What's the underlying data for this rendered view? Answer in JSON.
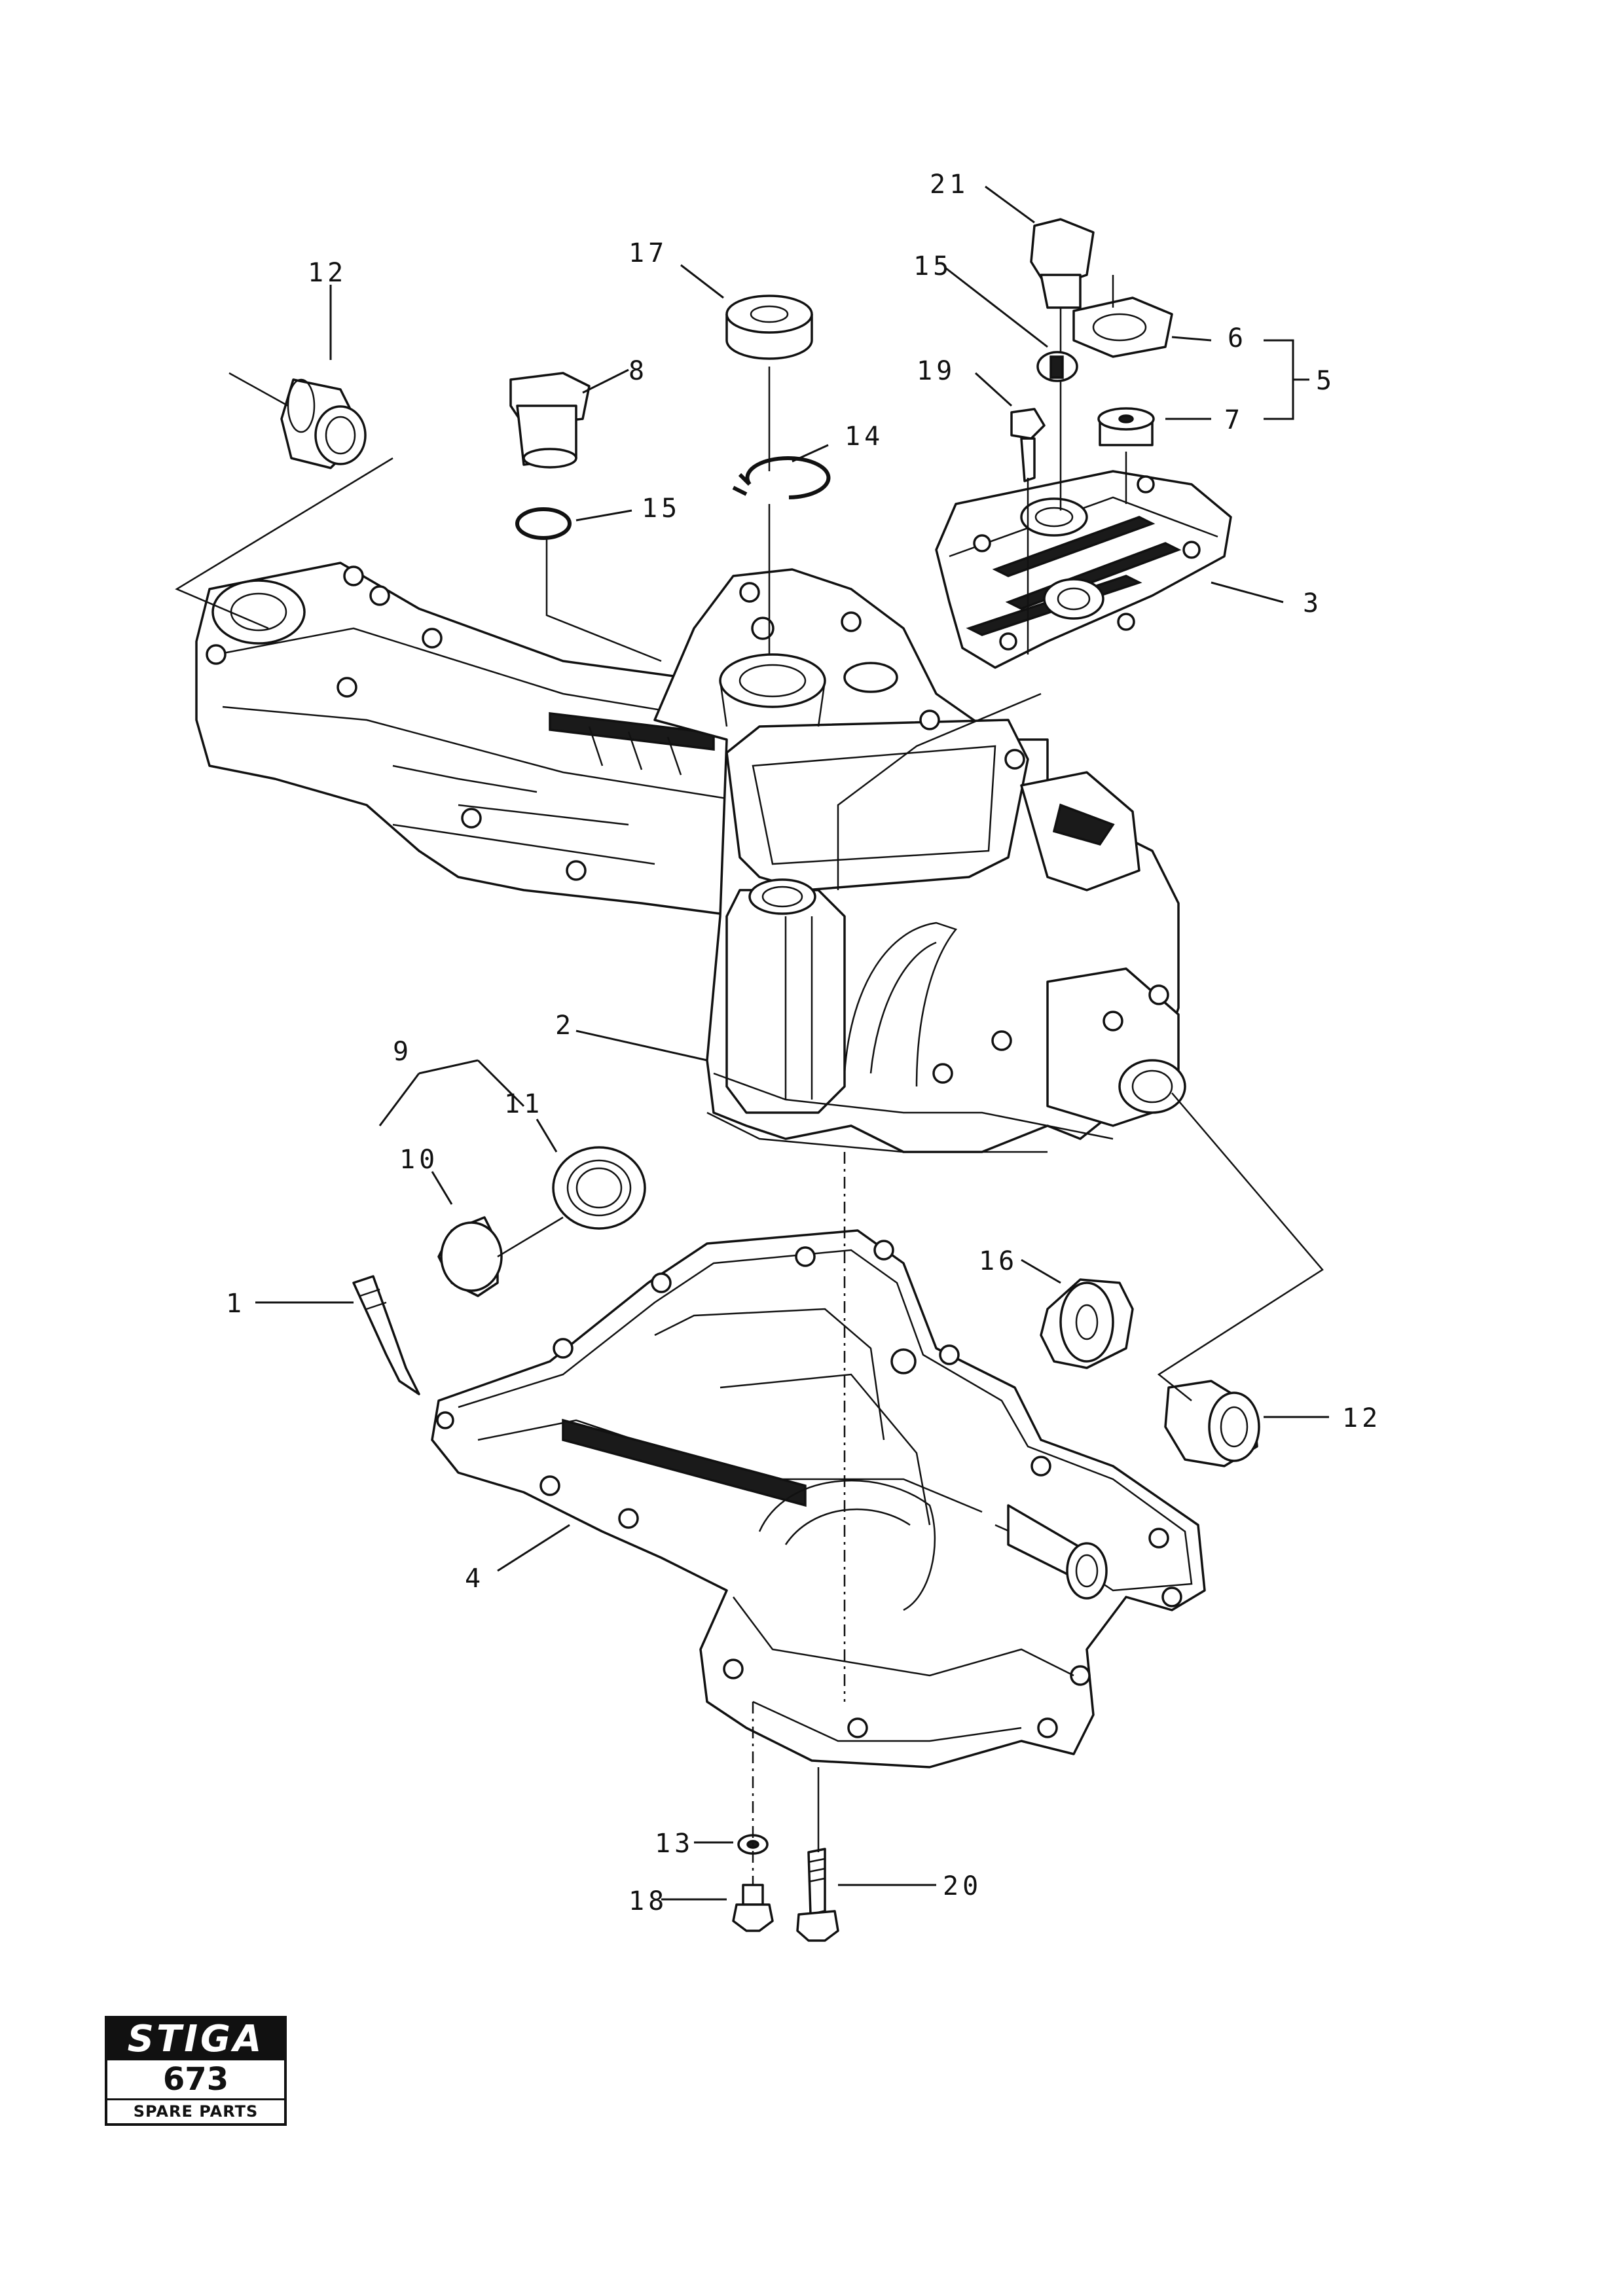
{
  "callouts": {
    "c1": "1",
    "c2": "2",
    "c3": "3",
    "c4": "4",
    "c5": "5",
    "c6": "6",
    "c7": "7",
    "c8": "8",
    "c9": "9",
    "c10": "10",
    "c11": "11",
    "c12a": "12",
    "c12b": "12",
    "c13": "13",
    "c14": "14",
    "c15a": "15",
    "c15b": "15",
    "c16": "16",
    "c17": "17",
    "c18": "18",
    "c19": "19",
    "c20": "20",
    "c21": "21"
  },
  "logo": {
    "brand": "STIGA",
    "model": "673",
    "subtitle": "SPARE PARTS"
  }
}
